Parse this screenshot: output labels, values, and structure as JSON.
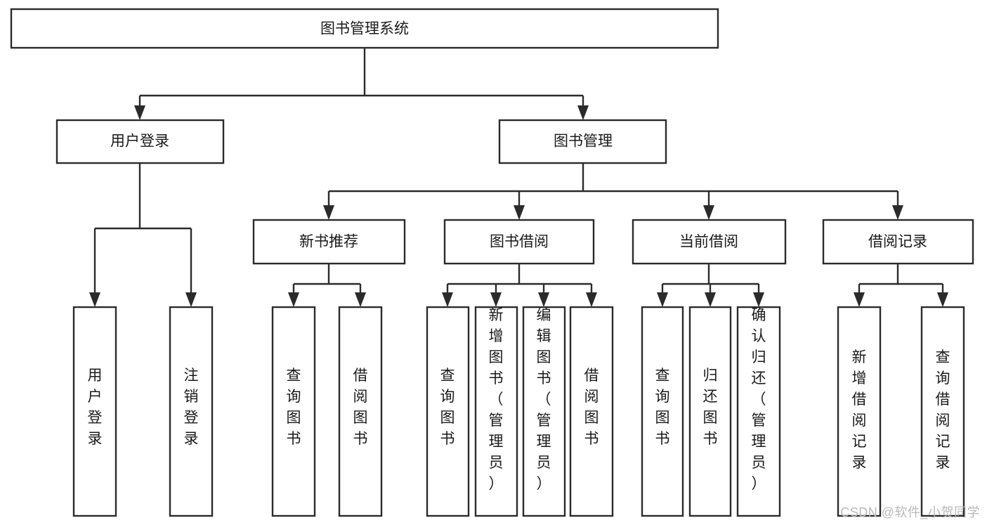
{
  "diagram": {
    "title": "图书管理系统",
    "type": "hierarchy-tree",
    "watermark": "CSDN @软件_小贺同学",
    "colors": {
      "box_stroke": "#2b2b2b",
      "box_fill": "#ffffff",
      "text": "#1a1a1a",
      "watermark": "#b9b9b9"
    },
    "nodes": {
      "root": {
        "label": "图书管理系统",
        "orientation": "horizontal"
      },
      "level2": [
        {
          "id": "user-login",
          "label": "用户登录",
          "orientation": "horizontal"
        },
        {
          "id": "book-manage",
          "label": "图书管理",
          "orientation": "horizontal"
        }
      ],
      "level3": [
        {
          "id": "new-book-recommend",
          "label": "新书推荐",
          "orientation": "horizontal"
        },
        {
          "id": "book-borrow",
          "label": "图书借阅",
          "orientation": "horizontal"
        },
        {
          "id": "current-borrow",
          "label": "当前借阅",
          "orientation": "horizontal"
        },
        {
          "id": "borrow-record",
          "label": "借阅记录",
          "orientation": "horizontal"
        }
      ],
      "leaves": {
        "user-login": [
          {
            "id": "leaf-user-login",
            "label": "用户登录",
            "orientation": "vertical"
          },
          {
            "id": "leaf-logout-login",
            "label": "注销登录",
            "orientation": "vertical"
          }
        ],
        "new-book-recommend": [
          {
            "id": "leaf-query-book-1",
            "label": "查询图书",
            "orientation": "vertical"
          },
          {
            "id": "leaf-borrow-book-1",
            "label": "借阅图书",
            "orientation": "vertical"
          }
        ],
        "book-borrow": [
          {
            "id": "leaf-query-book-2",
            "label": "查询图书",
            "orientation": "vertical"
          },
          {
            "id": "leaf-add-book-admin",
            "label": "新增图书（管理员）",
            "orientation": "vertical"
          },
          {
            "id": "leaf-edit-book-admin",
            "label": "编辑图书（管理员）",
            "orientation": "vertical"
          },
          {
            "id": "leaf-borrow-book-2",
            "label": "借阅图书",
            "orientation": "vertical"
          }
        ],
        "current-borrow": [
          {
            "id": "leaf-query-book-3",
            "label": "查询图书",
            "orientation": "vertical"
          },
          {
            "id": "leaf-return-book",
            "label": "归还图书",
            "orientation": "vertical"
          },
          {
            "id": "leaf-confirm-return-admin",
            "label": "确认归还（管理员）",
            "orientation": "vertical"
          }
        ],
        "borrow-record": [
          {
            "id": "leaf-add-borrow-record",
            "label": "新增借阅记录",
            "orientation": "vertical"
          },
          {
            "id": "leaf-query-borrow-record",
            "label": "查询借阅记录",
            "orientation": "vertical"
          }
        ]
      }
    }
  }
}
